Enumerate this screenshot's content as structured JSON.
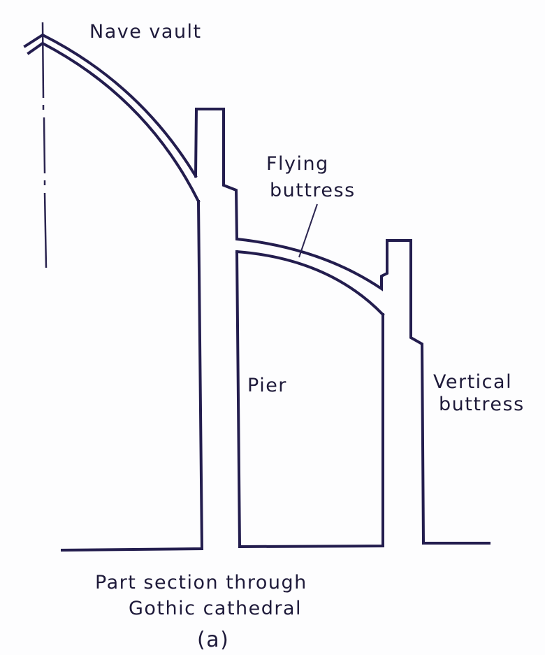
{
  "diagram": {
    "title": "Part section through Gothic cathedral",
    "caption_line1": "Part section through",
    "caption_line2": "Gothic cathedral",
    "figure_label": "(a)",
    "labels": {
      "nave_vault": "Nave vault",
      "flying_buttress_line1": "Flying",
      "flying_buttress_line2": "buttress",
      "pier": "Pier",
      "vertical_buttress_line1": "Vertical",
      "vertical_buttress_line2": "buttress"
    },
    "colors": {
      "ink": "#231d4e",
      "paper": "#fdfdfe"
    }
  }
}
